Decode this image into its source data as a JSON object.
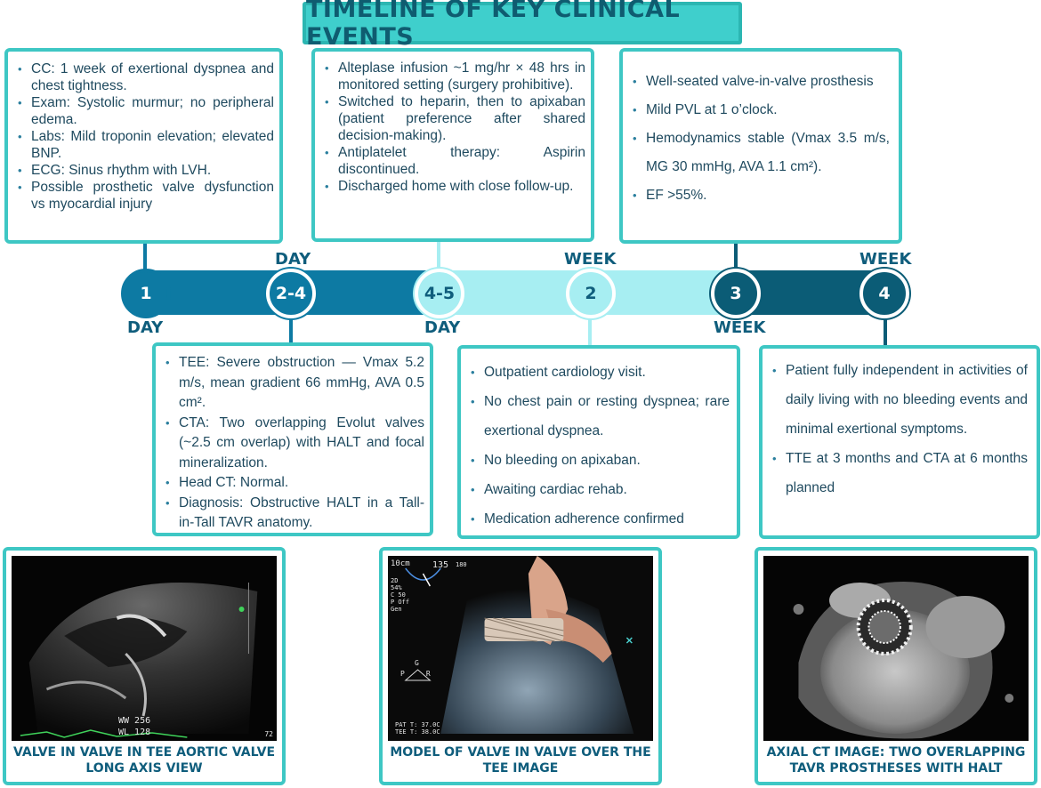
{
  "title": "TIMELINE OF KEY CLINICAL EVENTS",
  "timeline": [
    {
      "number": "1",
      "unit": "DAY"
    },
    {
      "number": "2-4",
      "unit": "DAY"
    },
    {
      "number": "4-5",
      "unit": "DAY"
    },
    {
      "number": "2",
      "unit": "WEEK"
    },
    {
      "number": "3",
      "unit": "WEEK"
    },
    {
      "number": "4",
      "unit": "WEEK"
    }
  ],
  "cards": {
    "day1": [
      "CC: 1 week of exertional dyspnea and chest tightness.",
      "Exam: Systolic murmur; no peripheral edema.",
      "Labs: Mild troponin elevation; elevated BNP.",
      "ECG: Sinus rhythm with LVH.",
      "Possible prosthetic valve dysfunction vs myocardial injury"
    ],
    "day2_4": [
      "TEE: Severe obstruction — Vmax 5.2 m/s, mean gradient 66 mmHg, AVA 0.5 cm².",
      "CTA: Two overlapping Evolut valves (~2.5 cm overlap) with HALT and focal mineralization.",
      "Head CT: Normal.",
      "Diagnosis: Obstructive HALT in a Tall-in-Tall TAVR anatomy."
    ],
    "day4_5": [
      "Alteplase infusion ~1 mg/hr × 48 hrs in monitored setting (surgery prohibitive).",
      "Switched to heparin, then to apixaban (patient preference after shared decision-making).",
      "Antiplatelet therapy: Aspirin discontinued.",
      "Discharged home with close follow-up."
    ],
    "week2": [
      "Outpatient cardiology visit.",
      "No chest pain or resting dyspnea; rare exertional dyspnea.",
      "No bleeding on apixaban.",
      "Awaiting cardiac rehab.",
      "Medication adherence confirmed"
    ],
    "week3": [
      "Well-seated valve-in-valve prosthesis",
      "Mild PVL at 1 o’clock.",
      "Hemodynamics stable (Vmax 3.5 m/s, MG 30 mmHg, AVA 1.1 cm²).",
      "EF >55%."
    ],
    "week4": [
      "Patient fully independent in activities of daily living with no bleeding events and minimal exertional symptoms.",
      "TTE at 3 months and CTA at 6 months planned"
    ]
  },
  "images": [
    {
      "caption": "VALVE IN VALVE IN TEE AORTIC VALVE LONG AXIS VIEW",
      "overlay": {
        "ww": "WW 256",
        "wl": "WL 128",
        "corner": "72"
      }
    },
    {
      "caption": "MODEL OF VALVE IN VALVE OVER THE TEE IMAGE",
      "overlay": {
        "depth": "10cm",
        "angle": "135",
        "angle_sub": "180",
        "side": "2D\n54%\nC 50\nP Off\nGen",
        "markers": "P     R",
        "g": "G",
        "temp": "PAT T: 37.0C\nTEE T: 38.0C"
      }
    },
    {
      "caption": "AXIAL CT IMAGE: TWO OVERLAPPING TAVR PROSTHESES WITH HALT"
    }
  ],
  "colors": {
    "accent": "#3ec7c4",
    "dark_teal": "#0d7aa3",
    "light_teal": "#a7eef2",
    "deep_teal": "#0b5c76",
    "text": "#1f4a5f"
  }
}
